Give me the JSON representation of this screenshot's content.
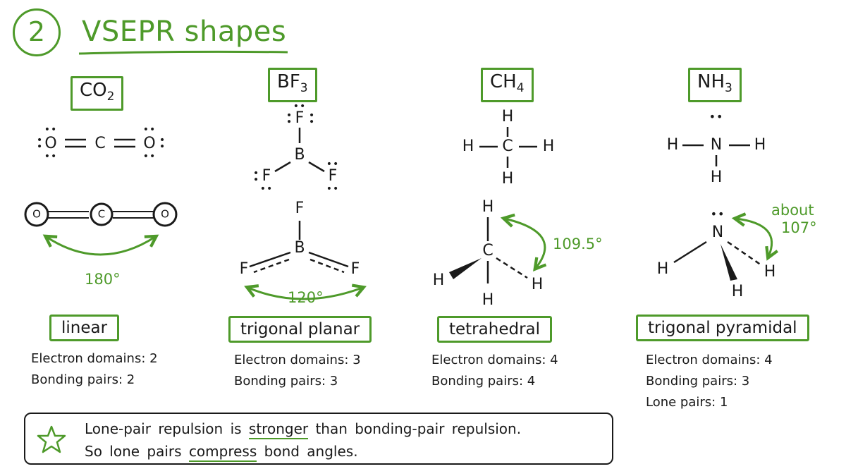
{
  "header": {
    "number": "2",
    "title": "VSEPR shapes"
  },
  "molecules": [
    {
      "formula_main": "CO",
      "formula_sub": "2",
      "shape": "linear",
      "angle": "180°",
      "info": [
        "Electron domains: 2",
        "Bonding pairs: 2"
      ],
      "atoms": {
        "central": "C",
        "outer": "O"
      }
    },
    {
      "formula_main": "BF",
      "formula_sub": "3",
      "shape": "trigonal planar",
      "angle": "120°",
      "info": [
        "Electron domains: 3",
        "Bonding pairs: 3"
      ],
      "atoms": {
        "central": "B",
        "outer": "F"
      }
    },
    {
      "formula_main": "CH",
      "formula_sub": "4",
      "shape": "tetrahedral",
      "angle": "109.5°",
      "info": [
        "Electron domains: 4",
        "Bonding pairs: 4"
      ],
      "atoms": {
        "central": "C",
        "outer": "H"
      }
    },
    {
      "formula_main": "NH",
      "formula_sub": "3",
      "shape": "trigonal pyramidal",
      "angle_prefix": "about",
      "angle": "107°",
      "info": [
        "Electron domains: 4",
        "Bonding pairs: 3",
        "Lone pairs: 1"
      ],
      "atoms": {
        "central": "N",
        "outer": "H"
      }
    }
  ],
  "note": {
    "line1_pre": "Lone-pair repulsion is ",
    "line1_em": "stronger",
    "line1_post": " than bonding-pair repulsion.",
    "line2_pre": "So lone pairs ",
    "line2_em": "compress",
    "line2_post": " bond angles.",
    "icon": "star-icon"
  },
  "colors": {
    "accent": "#4e9a2a",
    "ink": "#1a1a1a"
  }
}
